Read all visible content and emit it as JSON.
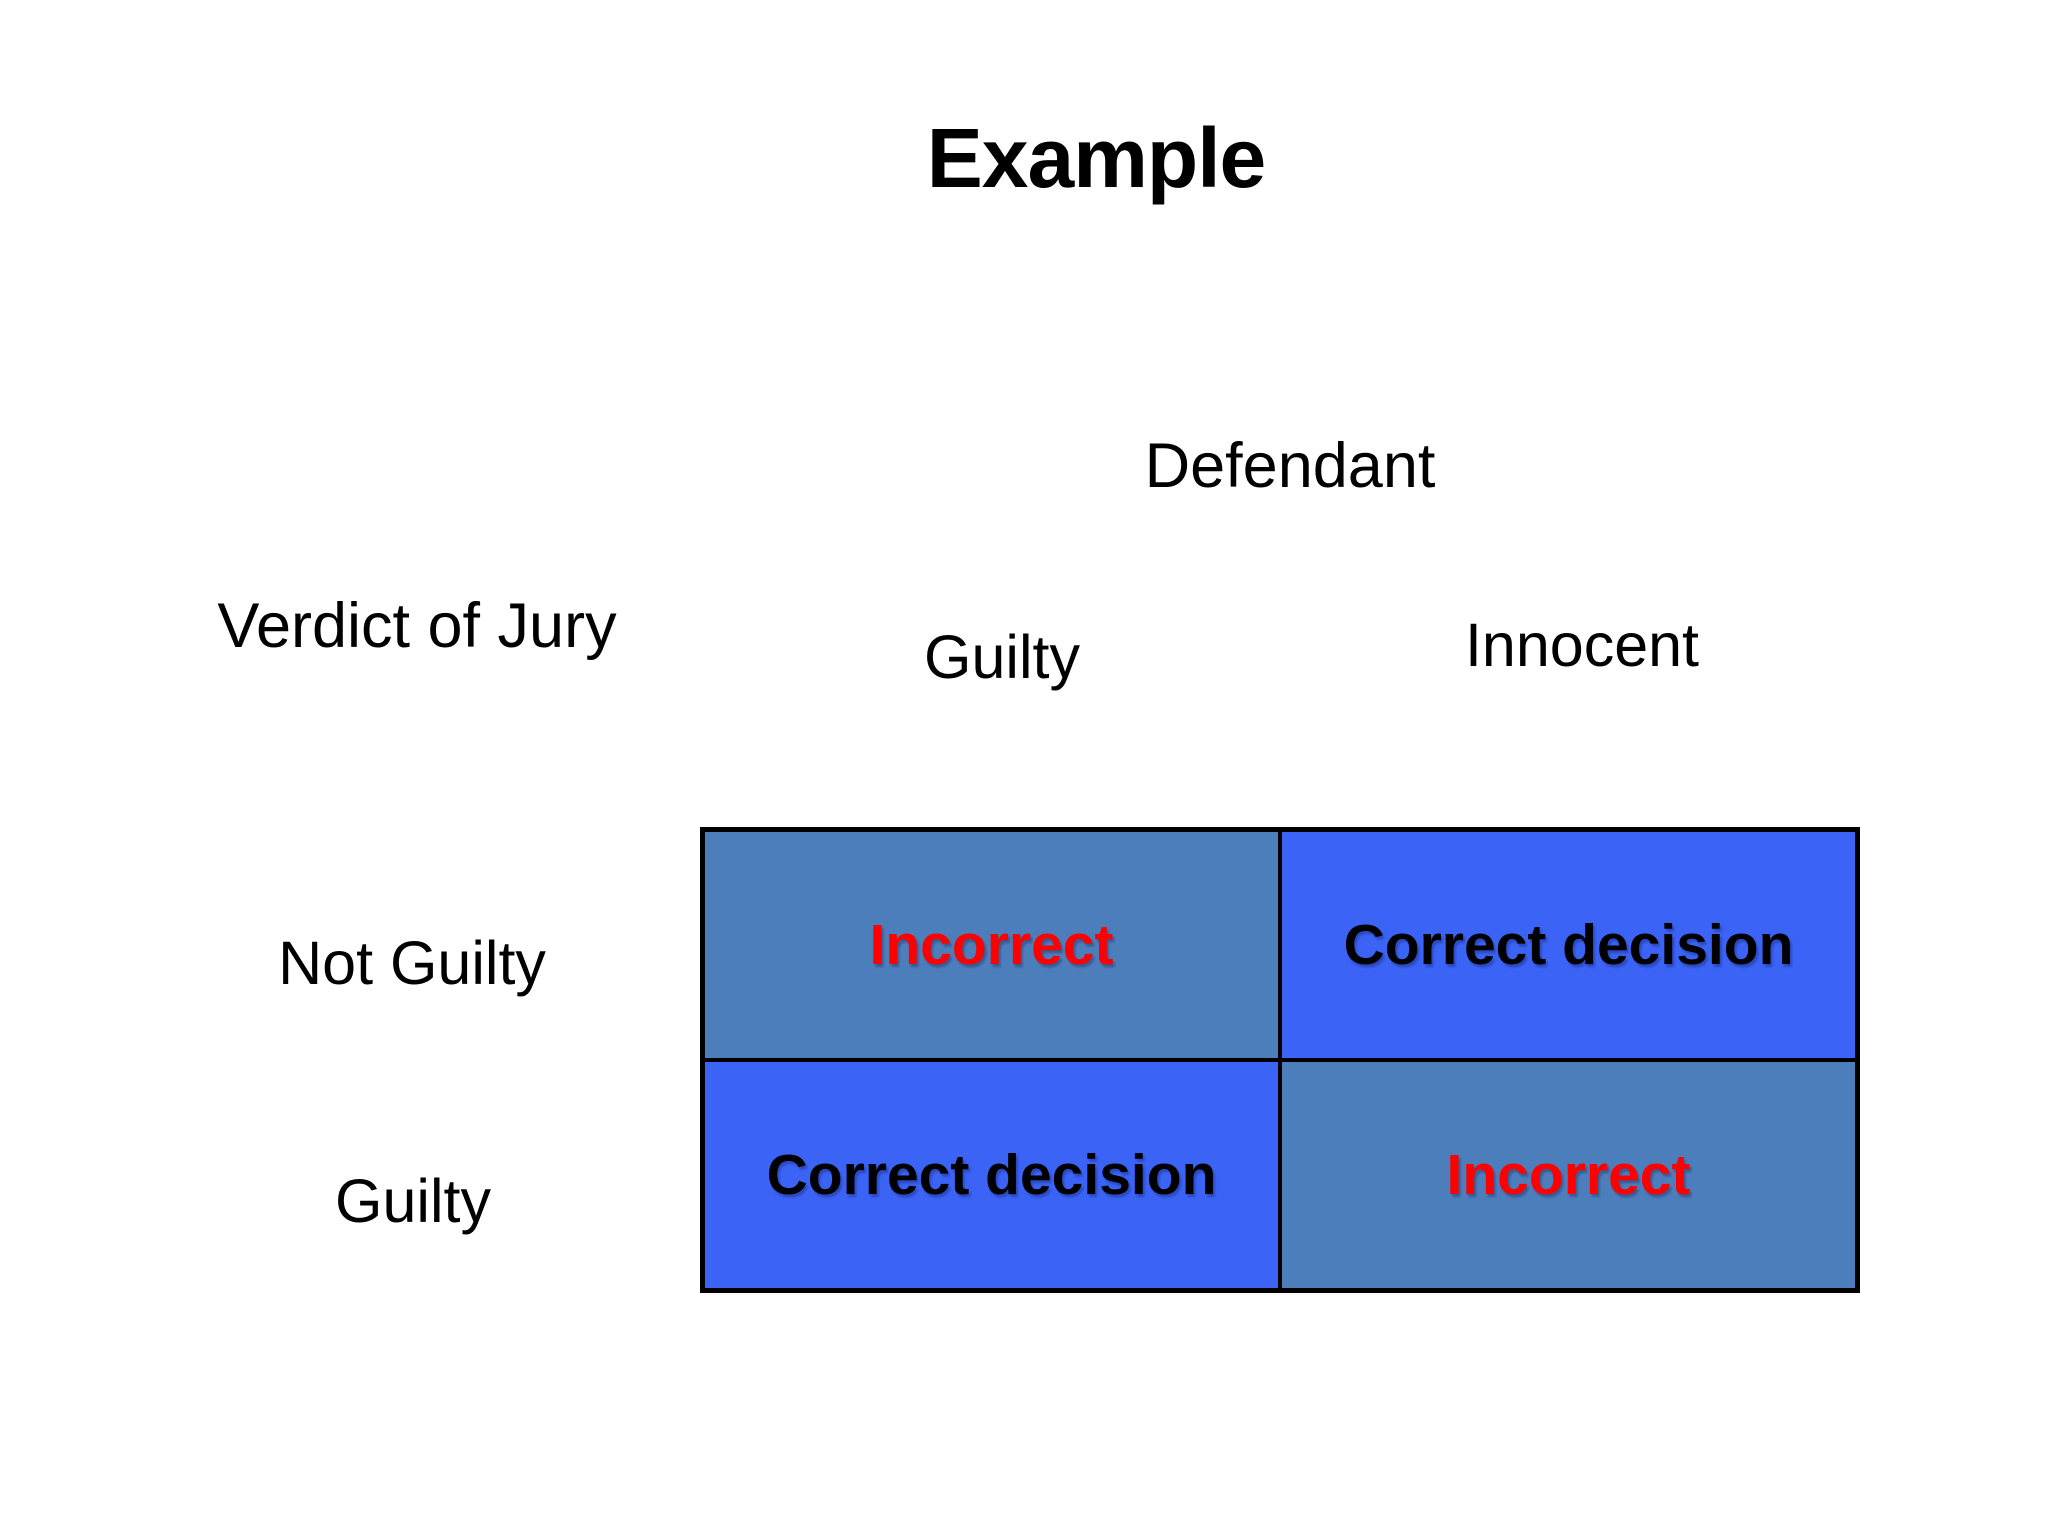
{
  "slide": {
    "title": "Example",
    "background_color": "#ffffff"
  },
  "matrix": {
    "column_group_label": "Defendant",
    "row_group_label": "Verdict of Jury",
    "column_headers": [
      "Guilty",
      "Innocent"
    ],
    "row_headers": [
      "Not Guilty",
      "Guilty"
    ],
    "colors": {
      "incorrect_cell_bg": "#4d7ebc",
      "correct_cell_bg": "#3b64f7",
      "incorrect_text": "#fe0000",
      "correct_text": "#000000",
      "border": "#000000"
    },
    "cells": [
      {
        "row": "Not Guilty",
        "column": "Guilty",
        "label": "Incorrect",
        "bg": "#4d7ebc",
        "text_color": "#fe0000"
      },
      {
        "row": "Not Guilty",
        "column": "Innocent",
        "label": "Correct decision",
        "bg": "#3b64f7",
        "text_color": "#000000"
      },
      {
        "row": "Guilty",
        "column": "Guilty",
        "label": "Correct decision",
        "bg": "#3b64f7",
        "text_color": "#000000"
      },
      {
        "row": "Guilty",
        "column": "Innocent",
        "label": "Incorrect",
        "bg": "#4d7ebc",
        "text_color": "#fe0000"
      }
    ]
  }
}
